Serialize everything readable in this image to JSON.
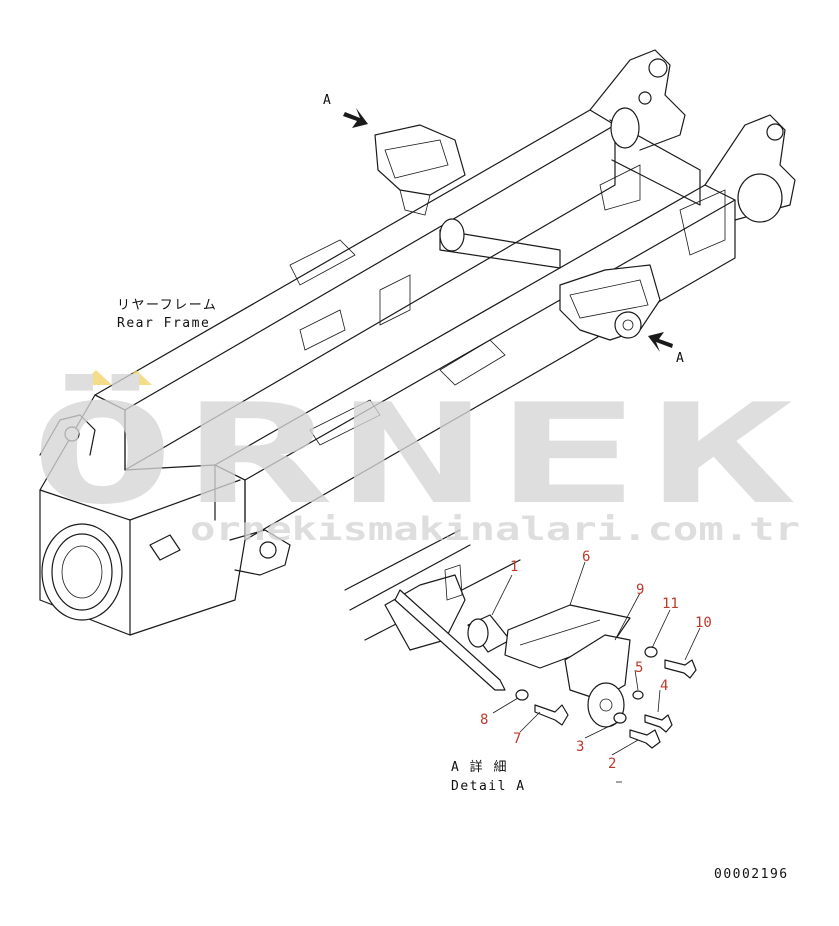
{
  "view_markers": {
    "top": "A",
    "right": "A"
  },
  "frame_label": {
    "jp": "リヤーフレーム",
    "en": "Rear Frame"
  },
  "detail_label": {
    "jp": "A 詳 細",
    "en": "Detail A"
  },
  "watermark": {
    "brand": "ÖRNEK",
    "url": "ornekismakinalari.com.tr"
  },
  "part_number": "00002196",
  "callouts": [
    "1",
    "2",
    "3",
    "4",
    "5",
    "6",
    "7",
    "8",
    "9",
    "10",
    "11"
  ],
  "colors": {
    "callout": "#c0392b",
    "watermark": "#d5d5d5",
    "watermark_accent": "#f2d36b",
    "line": "#1a1a1a"
  }
}
